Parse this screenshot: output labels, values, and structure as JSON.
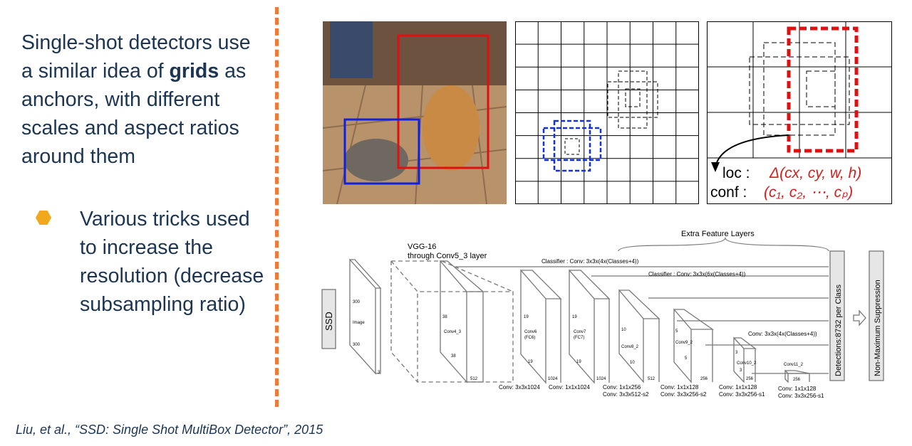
{
  "main_text": {
    "pre": "Single-shot detectors use a similar idea of ",
    "bold": "grids",
    "post": " as anchors, with different scales and aspect ratios around them"
  },
  "bullet": "Various tricks used to increase the resolution (decrease subsampling ratio)",
  "citation": "Liu, et al., “SSD: Single Shot MultiBox Detector”, 2015",
  "grid_panel": {
    "loc": "loc :",
    "loc_expr": "Δ(cx, cy, w, h)",
    "conf": "conf :",
    "conf_expr": "(c₁, c₂, ⋯, cₚ)"
  },
  "diagram": {
    "ssd": "SSD",
    "vgg": "VGG-16",
    "vgg2": "through Conv5_3 layer",
    "extra": "Extra Feature Layers",
    "cls1": "Classifier : Conv: 3x3x(4x(Classes+4))",
    "cls2": "Classifier : Conv: 3x3x(6x(Classes+4))",
    "cls3": "Conv: 3x3x(4x(Classes+4))",
    "detections": "Detections:8732  per Class",
    "nms": "Non-Maximum Suppression",
    "image": "Image",
    "n300": "300",
    "n3": "3",
    "conv4": "Conv4_3",
    "n38": "38",
    "n512": "512",
    "conv6": "Conv6",
    "fc6": "(FC6)",
    "conv7": "Conv7",
    "fc7": "(FC7)",
    "n19": "19",
    "n1024": "1024",
    "conv8": "Conv8_2",
    "n10": "10",
    "conv9": "Conv9_2",
    "n5": "5",
    "n256": "256",
    "conv10": "Conv10_2",
    "conv11": "Conv11_2",
    "b1": "Conv: 3x3x1024",
    "b2": "Conv: 1x1x1024",
    "b3a": "Conv: 1x1x256",
    "b3b": "Conv:  3x3x512-s2",
    "b4a": "Conv: 1x1x128",
    "b4b": "Conv: 3x3x256-s2",
    "b5a": "Conv: 1x1x128",
    "b5b": "Conv: 3x3x256-s1",
    "b6a": "Conv: 1x1x128",
    "b6b": "Conv: 3x3x256-s1"
  },
  "colors": {
    "text": "#1b3553",
    "accent": "#ee7a3a",
    "bullet": "#f2a81d"
  }
}
